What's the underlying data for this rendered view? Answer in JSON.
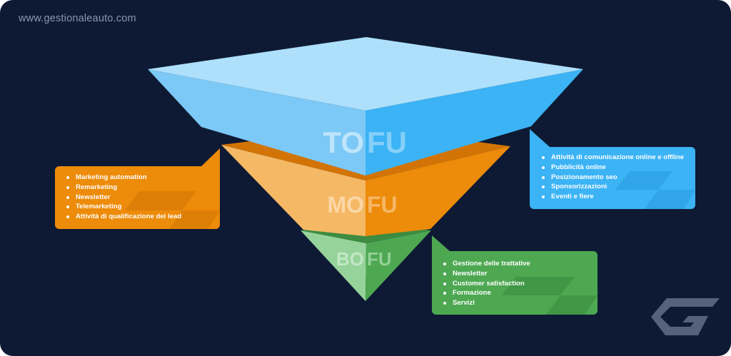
{
  "site_url": "www.gestionaleauto.com",
  "stages": {
    "tofu": {
      "label_left": "TO",
      "label_right": "FU",
      "items": [
        "Attività di comunicazione online e offline",
        "Pubblicità online",
        "Posizionamento seo",
        "Sponsorizzazioni",
        "Eventi e fiere"
      ]
    },
    "mofu": {
      "label_left": "MO",
      "label_right": "FU",
      "items": [
        "Marketing automation",
        "Remarketing",
        "Newsletter",
        "Telemarketing",
        "Attività di qualificazione dei lead"
      ]
    },
    "bofu": {
      "label_left": "BO",
      "label_right": "FU",
      "items": [
        "Gestione delle trattative",
        "Newsletter",
        "Customer satisfaction",
        "Formazione",
        "Servizi"
      ]
    }
  },
  "colors": {
    "background": "#0e1a33",
    "tofu": "#3bb3f5",
    "mofu": "#ed8b0a",
    "bofu": "#4ea852"
  },
  "icons": {
    "logo": "gestionaleauto-g-logo-icon"
  }
}
